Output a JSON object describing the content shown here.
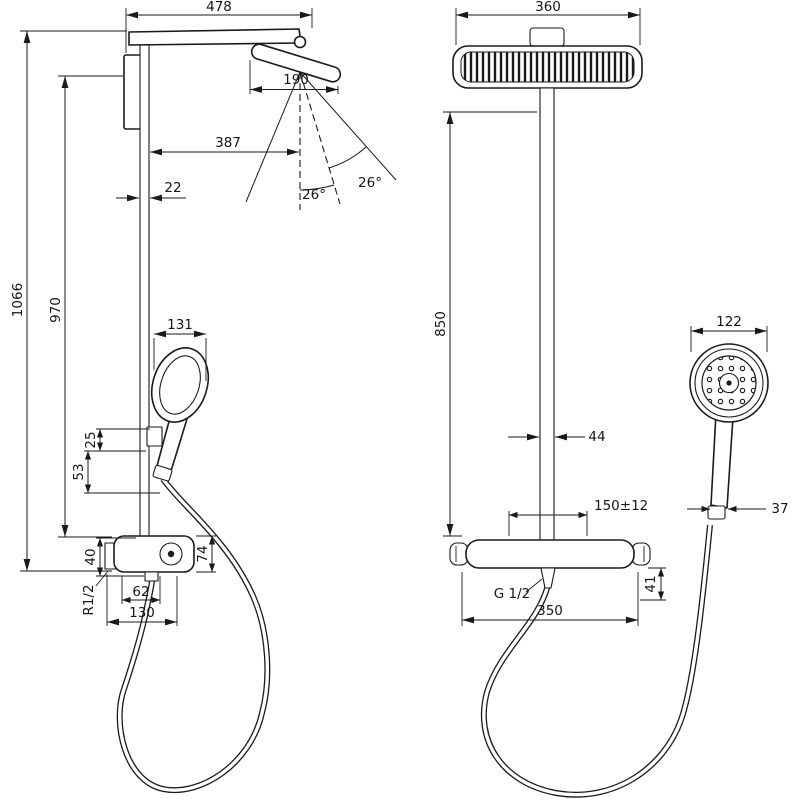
{
  "colors": {
    "ink": "#1a1a1a",
    "paper": "#ffffff"
  },
  "side": {
    "reach": "478",
    "head": "190",
    "spray": "387",
    "pipe": "22",
    "total_height": "1066",
    "bar_height": "970",
    "handshower": "131",
    "spacing_a": "25",
    "spacing_b": "53",
    "valve_offset": "40",
    "valve_height": "74",
    "wall_thread": "R1/2",
    "depth_a": "62",
    "depth_b": "130",
    "spray_angle_left": "26°",
    "spray_angle_right": "26°"
  },
  "front": {
    "head_width": "360",
    "bar_height": "850",
    "pipe_width": "44",
    "handshower_dia": "122",
    "connection_spacing": "150±12",
    "handle_width": "37",
    "outlet_thread": "G 1/2",
    "outlet_length": "41",
    "valve_width": "350"
  }
}
